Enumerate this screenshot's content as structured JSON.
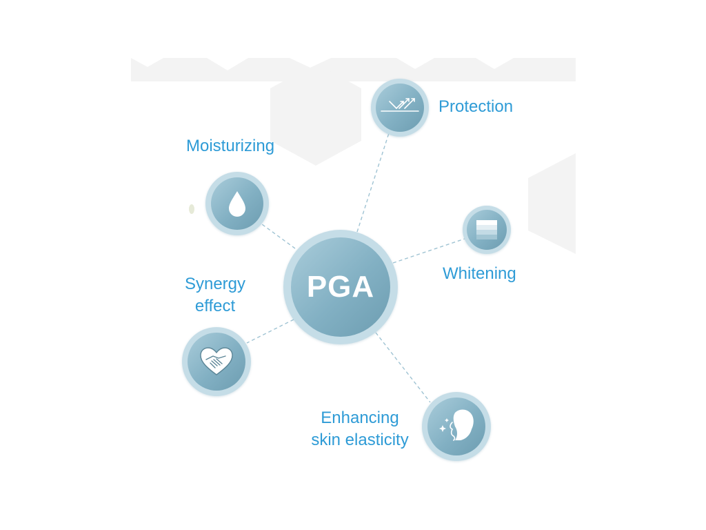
{
  "center": {
    "label": "PGA"
  },
  "features": [
    {
      "label_lines": [
        "Protection"
      ],
      "icon": "deflect-arrows-icon"
    },
    {
      "label_lines": [
        "Moisturizing"
      ],
      "icon": "water-drop-icon"
    },
    {
      "label_lines": [
        "Whitening"
      ],
      "icon": "gradient-layers-icon"
    },
    {
      "label_lines": [
        "Synergy",
        "effect"
      ],
      "icon": "handshake-heart-icon"
    },
    {
      "label_lines": [
        "Enhancing",
        "skin elasticity"
      ],
      "icon": "face-profile-icon"
    }
  ],
  "colors": {
    "label": "#2e9bd6",
    "node_ring": "#c5dde7",
    "node_fill": "#82b0c3",
    "connector": "#9fc3d3",
    "background_hex": "#f2f2f2"
  }
}
